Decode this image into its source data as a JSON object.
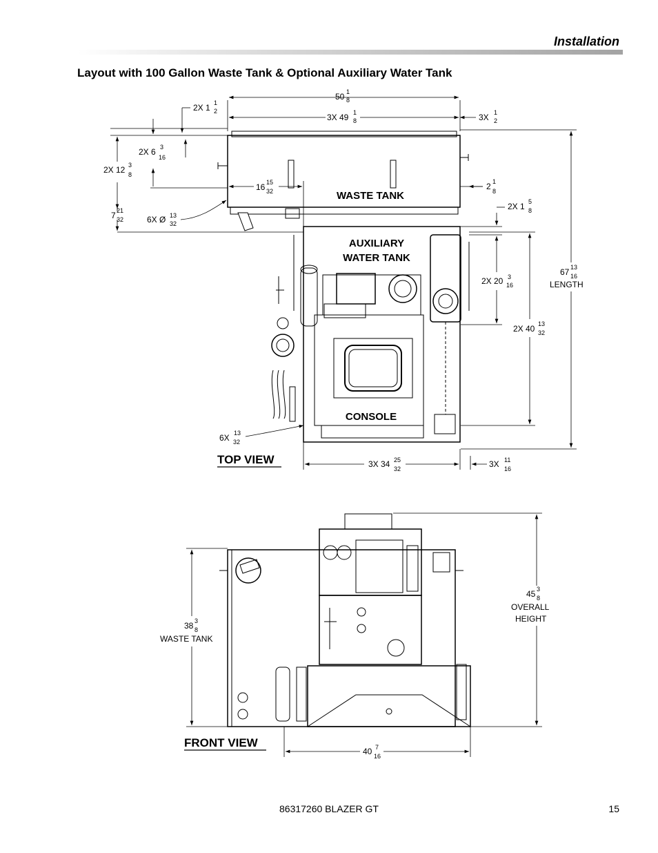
{
  "header": {
    "section_title": "Installation"
  },
  "page_title": "Layout with 100 Gallon Waste Tank & Optional Auxiliary Water Tank",
  "top_view": {
    "view_label": "TOP VIEW",
    "labels": {
      "waste_tank": "WASTE TANK",
      "aux_line1": "AUXILIARY",
      "aux_line2": "WATER TANK",
      "console": "CONSOLE"
    },
    "dims": {
      "overall_width": {
        "whole": "50",
        "num": "1",
        "den": "8"
      },
      "tank_width": {
        "prefix": "3X 49",
        "num": "1",
        "den": "8"
      },
      "right_offset": {
        "prefix": "3X ",
        "num": "1",
        "den": "2"
      },
      "top_offset": {
        "prefix": "2X 1",
        "num": "1",
        "den": "2"
      },
      "tank_depth_a": {
        "prefix": "2X 6",
        "num": "3",
        "den": "16"
      },
      "tank_depth_b": {
        "prefix": "2X 12",
        "num": "3",
        "den": "8"
      },
      "inner_offset": {
        "prefix": "16",
        "num": "15",
        "den": "32"
      },
      "right_small": {
        "prefix": "2",
        "num": "1",
        "den": "8"
      },
      "right_step": {
        "prefix": "2X 1",
        "num": "5",
        "den": "8"
      },
      "bottom_offset": {
        "prefix": "7",
        "num": "21",
        "den": "32"
      },
      "hole_dia": {
        "prefix": "6X Ø",
        "num": "13",
        "den": "32"
      },
      "aux_depth": {
        "prefix": "2X 20",
        "num": "3",
        "den": "16"
      },
      "console_depth": {
        "prefix": "2X 40",
        "num": "13",
        "den": "32"
      },
      "length": {
        "prefix": "67",
        "num": "13",
        "den": "16",
        "label": "LENGTH"
      },
      "mount_holes": {
        "prefix": "6X ",
        "num": "13",
        "den": "32"
      },
      "console_width": {
        "prefix": "3X 34",
        "num": "25",
        "den": "32"
      },
      "right_edge": {
        "prefix": "3X ",
        "num": "11",
        "den": "16"
      }
    }
  },
  "front_view": {
    "view_label": "FRONT VIEW",
    "dims": {
      "waste_tank_height": {
        "prefix": "38",
        "num": "3",
        "den": "8",
        "label": "WASTE TANK"
      },
      "overall_height": {
        "prefix": "45",
        "num": "3",
        "den": "8",
        "label1": "OVERALL",
        "label2": "HEIGHT"
      },
      "base_width": {
        "prefix": "40",
        "num": "7",
        "den": "16"
      }
    }
  },
  "footer": {
    "doc_id": "86317260 BLAZER GT",
    "page_number": "15"
  }
}
